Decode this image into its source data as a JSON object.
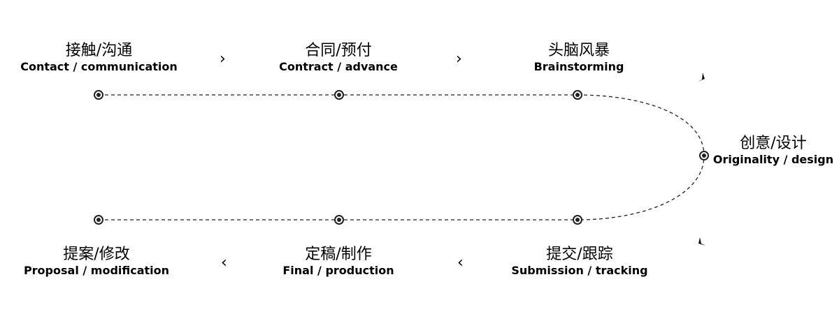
{
  "steps": [
    {
      "zh": "接触/沟通",
      "en": "Contact / communication"
    },
    {
      "zh": "合同/预付",
      "en": "Contract / advance"
    },
    {
      "zh": "头脑风暴",
      "en": "Brainstorming"
    },
    {
      "zh": "创意/设计",
      "en": "Originality / design"
    },
    {
      "zh": "提交/跟踪",
      "en": "Submission / tracking"
    },
    {
      "zh": "定稿/制作",
      "en": "Final / production"
    },
    {
      "zh": "提案/修改",
      "en": "Proposal / modification"
    }
  ],
  "arrows": {
    "right": "›",
    "left": "‹"
  },
  "colors": {
    "line": "#222222",
    "node": "#222222",
    "text": "#000000"
  }
}
